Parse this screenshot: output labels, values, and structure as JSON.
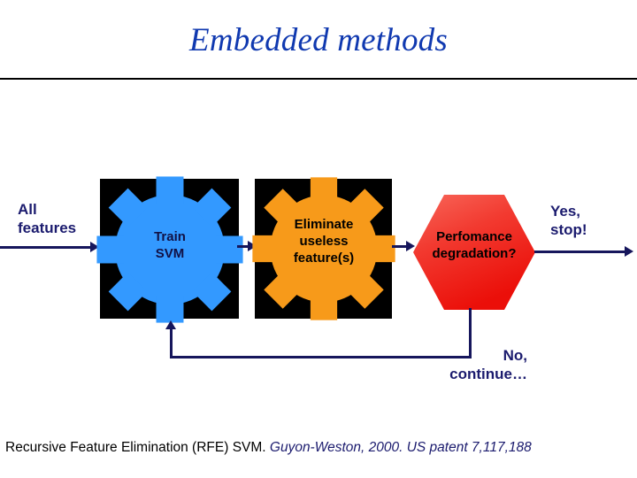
{
  "slide": {
    "title": "Embedded methods"
  },
  "diagram": {
    "input_label": "All\nfeatures",
    "input_label_line1": "All",
    "input_label_line2": "features",
    "steps": [
      {
        "id": "train-svm",
        "shape": "gear",
        "color": "#3399FF",
        "box_color": "#000000",
        "label_line1": "Train",
        "label_line2": "SVM",
        "text_color": "#111145"
      },
      {
        "id": "eliminate-features",
        "shape": "gear",
        "color": "#F79A1A",
        "box_color": "#000000",
        "label_line1": "Eliminate",
        "label_line2": "useless",
        "label_line3": "feature(s)",
        "text_color": "#000000"
      }
    ],
    "decision": {
      "id": "performance-degradation",
      "shape": "hexagon",
      "color_top": "#F4564B",
      "color_bottom": "#ED1C16",
      "label_line1": "Perfomance",
      "label_line2": "degradation?",
      "text_color": "#000000"
    },
    "branch_yes": {
      "line1": "Yes,",
      "line2": "stop!"
    },
    "branch_no": {
      "line1": "No,",
      "line2": "continue…"
    },
    "connector_color": "#16165C"
  },
  "footnote": {
    "main": "Recursive Feature Elimination (RFE) SVM. ",
    "citation": "Guyon-Weston, 2000. US patent 7,117,188"
  }
}
